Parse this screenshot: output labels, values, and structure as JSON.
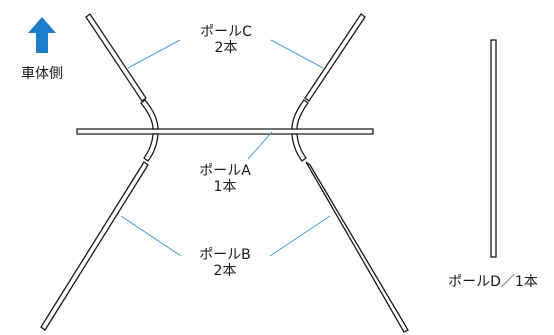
{
  "direction": {
    "label": "車体側",
    "color": "#1e7dc8"
  },
  "poles": {
    "c": {
      "name": "ポールC",
      "count": "2本"
    },
    "a": {
      "name": "ポールA",
      "count": "1本"
    },
    "b": {
      "name": "ポールB",
      "count": "2本"
    },
    "d": {
      "name": "ポールD／1本"
    }
  },
  "colors": {
    "leader": "#4a9fd8",
    "outline": "#1a1a1a"
  }
}
